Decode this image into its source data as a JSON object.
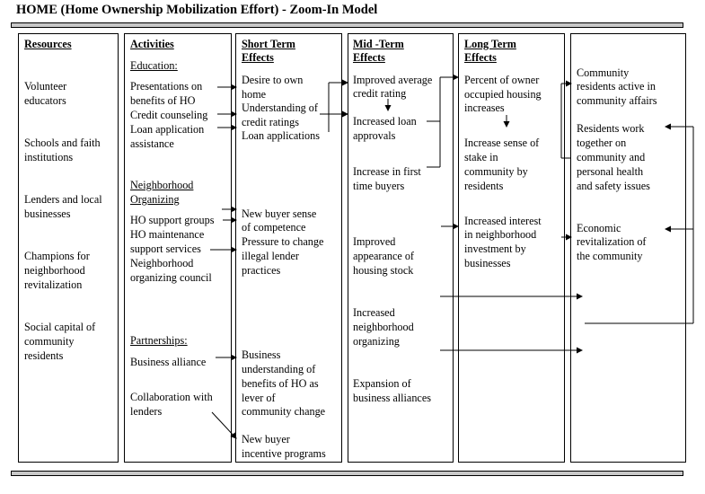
{
  "title": "HOME (Home Ownership Mobilization Effort) - Zoom-In Model",
  "columns": {
    "resources": {
      "header": "Resources",
      "lines": [
        "Volunteer",
        "educators",
        "Schools and faith",
        "institutions",
        "Lenders and local",
        "businesses",
        "Champions for",
        "neighborhood",
        "revitalization",
        "Social capital of",
        "community",
        "residents"
      ]
    },
    "activities": {
      "header": "Activities",
      "education_heading": "Education:",
      "education_lines": [
        "Presentations on",
        "benefits of HO",
        "Credit counseling",
        "Loan application",
        "assistance"
      ],
      "neighborhood_heading": [
        "Neighborhood",
        "Organizing"
      ],
      "neighborhood_lines": [
        "HO support groups",
        "HO maintenance",
        "support services",
        "Neighborhood",
        "organizing council"
      ],
      "partnerships_heading": "Partnerships:",
      "partnership_lines": [
        "Business alliance",
        "Collaboration with",
        "lenders"
      ]
    },
    "short_term": {
      "header": [
        "Short Term",
        "Effects"
      ],
      "lines_a": [
        "Desire to own",
        "home",
        "Understanding of",
        "credit ratings",
        "Loan applications"
      ],
      "lines_b": [
        "New buyer sense",
        "of competence",
        "Pressure to change",
        "illegal lender",
        "practices"
      ],
      "lines_c": [
        "Business",
        "understanding of",
        "benefits of HO as",
        "lever of",
        "community change"
      ],
      "lines_d": [
        "New buyer",
        "incentive programs"
      ]
    },
    "mid_term": {
      "header": [
        "Mid -Term",
        "Effects"
      ],
      "lines": [
        "Improved average",
        "credit rating",
        "Increased loan",
        "approvals",
        "Increase in first",
        "time buyers",
        "Improved",
        "appearance of",
        "housing stock",
        "Increased",
        "neighborhood",
        "organizing",
        "Expansion of",
        "business alliances"
      ]
    },
    "long_term": {
      "header": [
        "Long Term",
        "Effects"
      ],
      "lines": [
        "Percent of owner",
        "occupied housing",
        "increases",
        "Increase sense of",
        "stake in",
        "community by",
        "residents",
        "Increased interest",
        "in neighborhood",
        "investment by",
        "businesses"
      ]
    },
    "impact": {
      "lines": [
        "Community",
        "residents active in",
        "community affairs",
        "Residents work",
        "together on",
        "community and",
        "personal health",
        "and safety issues",
        "Economic",
        "revitalization of",
        "the community"
      ]
    }
  }
}
